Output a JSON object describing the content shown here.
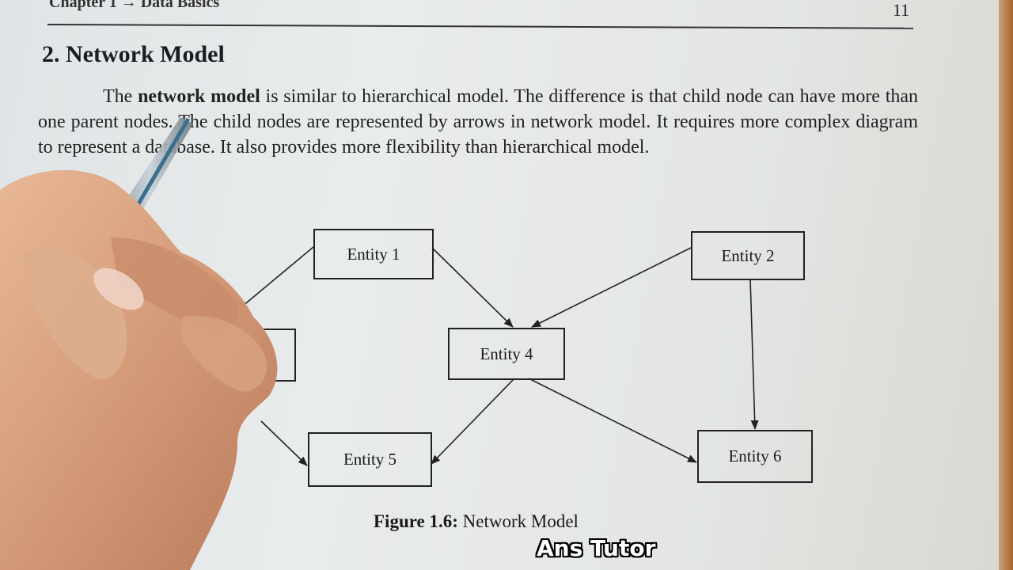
{
  "header": {
    "chapter_text": "Chapter 1 → Data Basics",
    "page_number": "11"
  },
  "section": {
    "title": "2. Network Model"
  },
  "paragraph": {
    "pre": "The ",
    "bold": "network model",
    "post": " is similar to hierarchical model. The difference is that child node can have more than one parent nodes. The child nodes are represented by arrows in network model. It requires more complex diagram to represent a database. It also provides more flexibility than hierarchical model."
  },
  "diagram": {
    "entities": {
      "e1": "Entity 1",
      "e2": "Entity 2",
      "e3": "",
      "e4": "Entity 4",
      "e5": "Entity 5",
      "e6": "Entity 6"
    }
  },
  "caption": {
    "label": "Figure 1.6:",
    "text": " Network Model"
  },
  "watermark": {
    "text": "Ans Tutor"
  }
}
